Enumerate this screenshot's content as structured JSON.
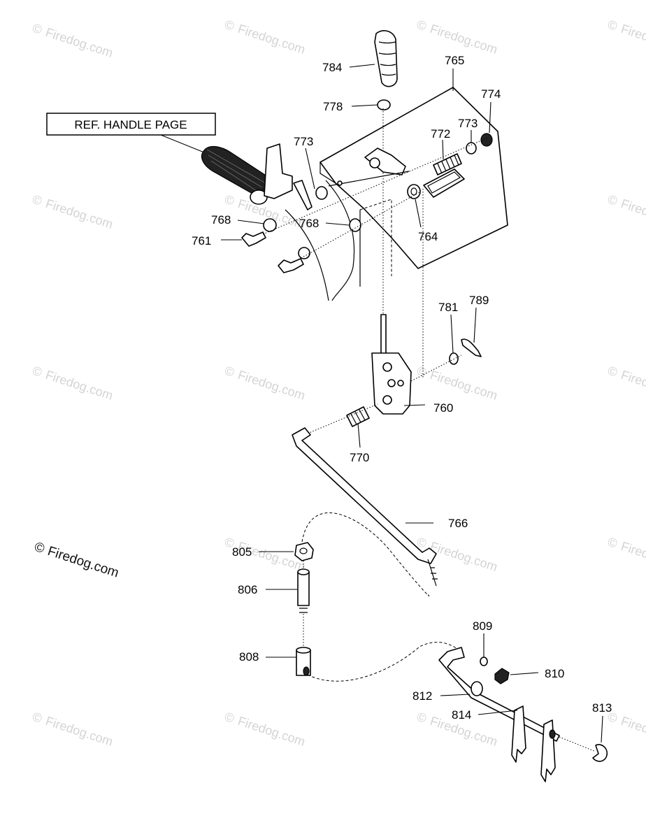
{
  "watermark": {
    "text": "Firedog.com",
    "symbol": "©"
  },
  "reference_box": {
    "label": "REF. HANDLE PAGE"
  },
  "callouts": {
    "c784": "784",
    "c765": "765",
    "c778": "778",
    "c774": "774",
    "c773a": "773",
    "c772": "772",
    "c773b": "773",
    "c768a": "768",
    "c768b": "768",
    "c761": "761",
    "c764": "764",
    "c781": "781",
    "c789": "789",
    "c760": "760",
    "c770": "770",
    "c766": "766",
    "c805": "805",
    "c806": "806",
    "c808": "808",
    "c809": "809",
    "c810": "810",
    "c812": "812",
    "c814": "814",
    "c813": "813"
  }
}
